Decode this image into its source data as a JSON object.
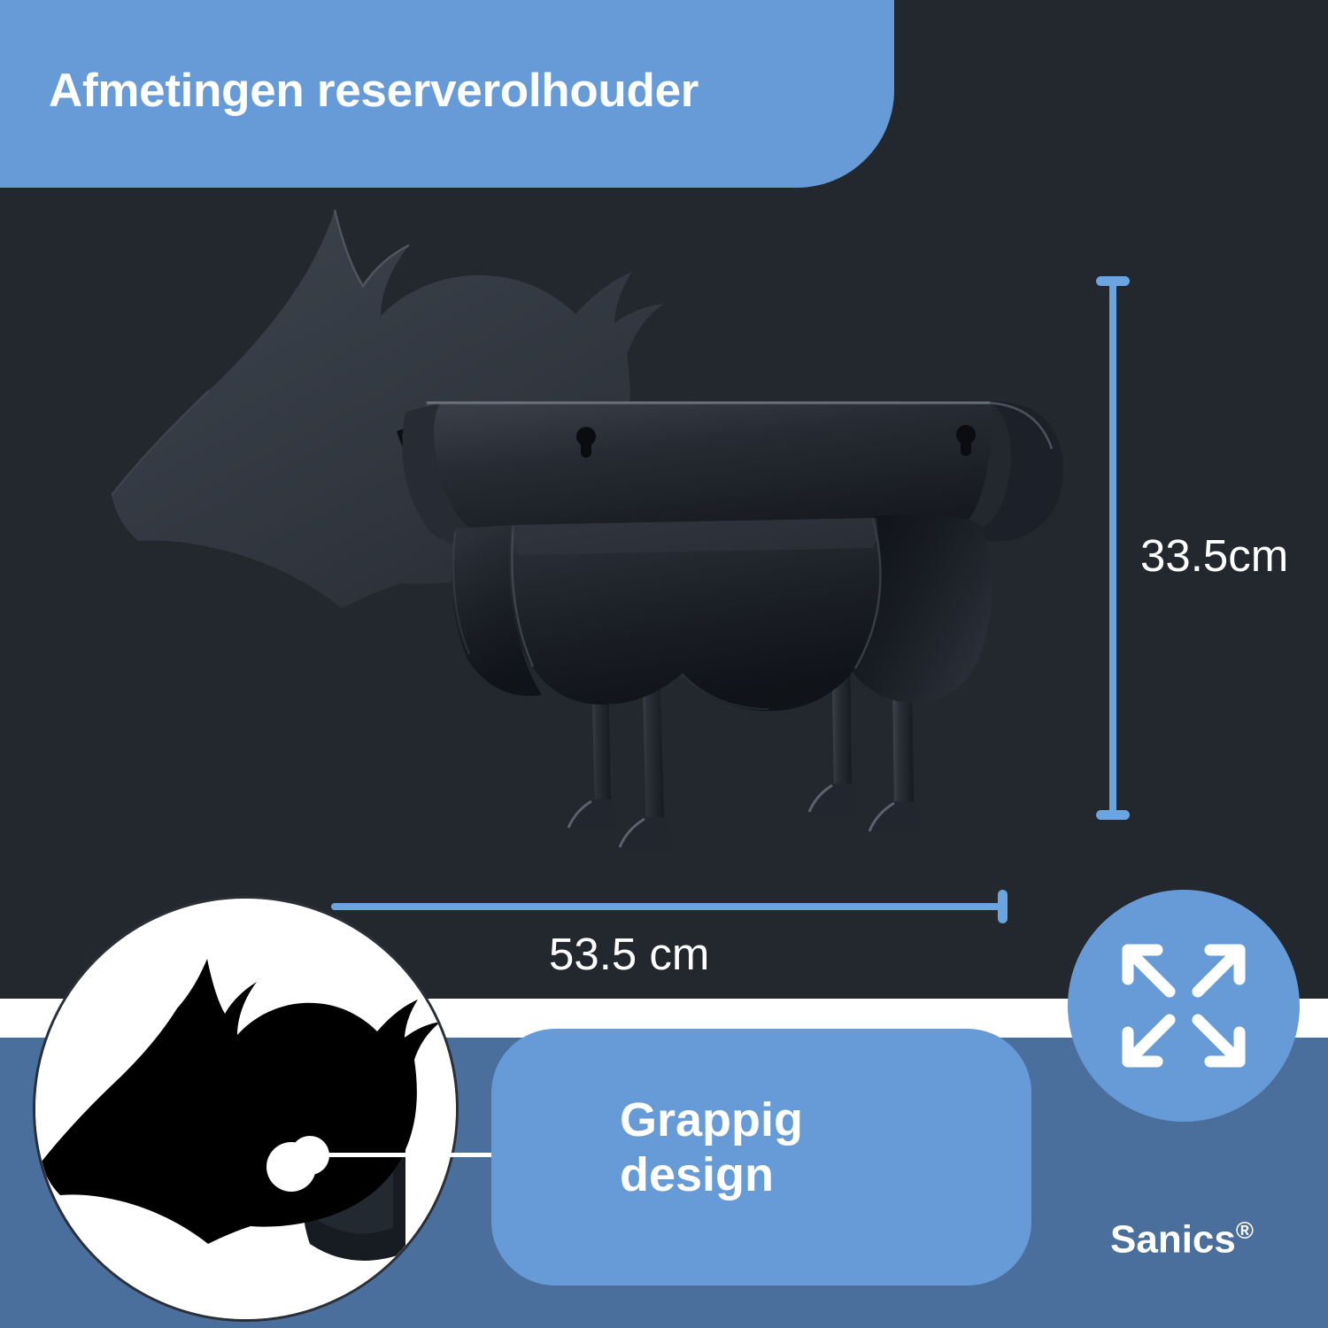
{
  "banner": {
    "title": "Afmetingen reserverolhouder",
    "bg_color": "#669bd7",
    "text_color": "#ffffff"
  },
  "background": {
    "page_color": "#23282f",
    "white_band_color": "#ffffff",
    "footer_band_color": "#4a6f9c"
  },
  "dimensions": {
    "height": {
      "label": "33.5cm",
      "orientation": "vertical",
      "line_color": "#6ba4de",
      "text_color": "#ffffff"
    },
    "width": {
      "label": "53.5 cm",
      "orientation": "horizontal",
      "line_color": "#6ba4de",
      "text_color": "#ffffff"
    }
  },
  "product": {
    "name": "horse-shaped-spare-toilet-roll-holder",
    "body_color": "#1b1f26",
    "accent_color": "#3d444e"
  },
  "zoom_detail": {
    "name": "horse-head-close-up",
    "circle_bg": "#ffffff",
    "silhouette_color": "#000000",
    "border_color": "#2b3038"
  },
  "callout": {
    "line1": "Grappig",
    "line2": "design",
    "bg_color": "#669bd7",
    "text_color": "#ffffff",
    "marker_color": "#ffffff"
  },
  "badge": {
    "icon": "expand-arrows-icon",
    "bg_color": "#669bd7",
    "icon_color": "#ffffff"
  },
  "brand": {
    "name": "Sanics",
    "trademark": "®",
    "color": "#ffffff"
  }
}
